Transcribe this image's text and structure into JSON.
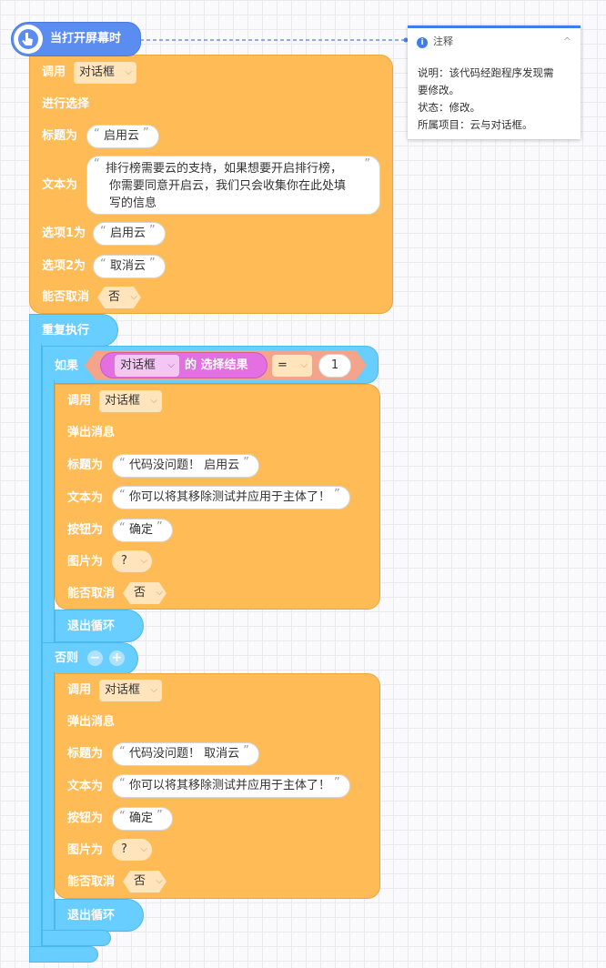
{
  "hat": {
    "label": "当打开屏幕时"
  },
  "block1": {
    "call_label": "调用",
    "obj": "对话框",
    "action": "进行选择",
    "title_label": "标题为",
    "title_value": "启用云",
    "text_label": "文本为",
    "text_lines": [
      "排行榜需要云的支持，如果想要开启排行榜，",
      "你需要同意开启云，我们只会收集你在此处填",
      "写的信息"
    ],
    "opt1_label": "选项1为",
    "opt1_value": "启用云",
    "opt2_label": "选项2为",
    "opt2_value": "取消云",
    "cancel_label": "能否取消",
    "cancel_value": "否"
  },
  "loop": {
    "label": "重复执行"
  },
  "ifblock": {
    "if_label": "如果",
    "cond_obj": "对话框",
    "cond_text": "的 选择结果",
    "op": "=",
    "value": "1",
    "else_label": "否则"
  },
  "branch1": {
    "call_label": "调用",
    "obj": "对话框",
    "action": "弹出消息",
    "title_label": "标题为",
    "title_value": "代码没问题！ 启用云",
    "text_label": "文本为",
    "text_value": "你可以将其移除测试并应用于主体了！",
    "btn_label": "按钮为",
    "btn_value": "确定",
    "img_label": "图片为",
    "img_value": "?",
    "cancel_label": "能否取消",
    "cancel_value": "否",
    "exit_label": "退出循环"
  },
  "branch2": {
    "call_label": "调用",
    "obj": "对话框",
    "action": "弹出消息",
    "title_label": "标题为",
    "title_value": "代码没问题！ 取消云",
    "text_label": "文本为",
    "text_value": "你可以将其移除测试并应用于主体了！",
    "btn_label": "按钮为",
    "btn_value": "确定",
    "img_label": "图片为",
    "img_value": "?",
    "cancel_label": "能否取消",
    "cancel_value": "否",
    "exit_label": "退出循环"
  },
  "note": {
    "title": "注释",
    "line1": "说明：该代码经跑程序发现需",
    "line2": "要修改。",
    "line3": "状态：修改。",
    "line4": "所属项目：云与对话框。"
  },
  "colors": {
    "event": "#5b8cf0",
    "control": "#68cdff",
    "dialog": "#ffbb55",
    "condition": "#e36fe3",
    "note_accent": "#3f7cf0"
  }
}
